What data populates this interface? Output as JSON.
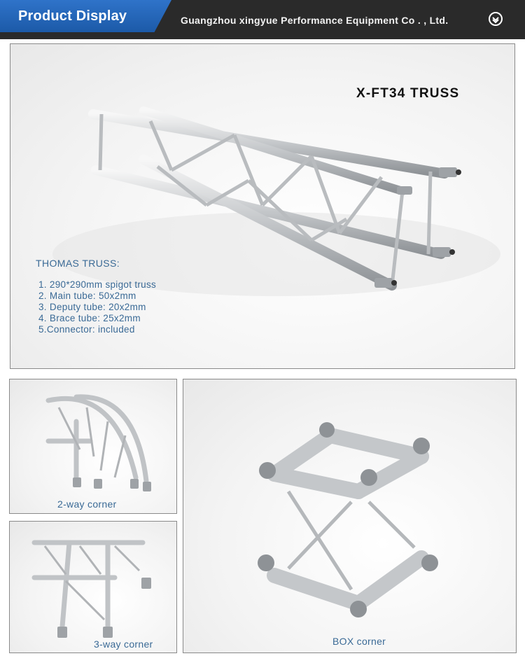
{
  "header": {
    "title": "Product Display",
    "company": "Guangzhou xingyue Performance Equipment Co . , Ltd.",
    "icon": "chevron-down-circle-icon",
    "colors": {
      "bar": "#2a2a2a",
      "accent": "#1f60b0"
    }
  },
  "main": {
    "model": "X-FT34 TRUSS",
    "spec_title": "THOMAS TRUSS:",
    "specs": [
      "1. 290*290mm spigot truss",
      "2. Main tube: 50x2mm",
      "3. Deputy tube: 20x2mm",
      "4. Brace tube: 25x2mm",
      "5.Connector: included"
    ]
  },
  "corners": {
    "two_way": "2-way corner",
    "three_way": "3-way corner",
    "box": "BOX corner"
  },
  "colors": {
    "caption_text": "#3a6a96",
    "metal": "#c9cbcd"
  }
}
